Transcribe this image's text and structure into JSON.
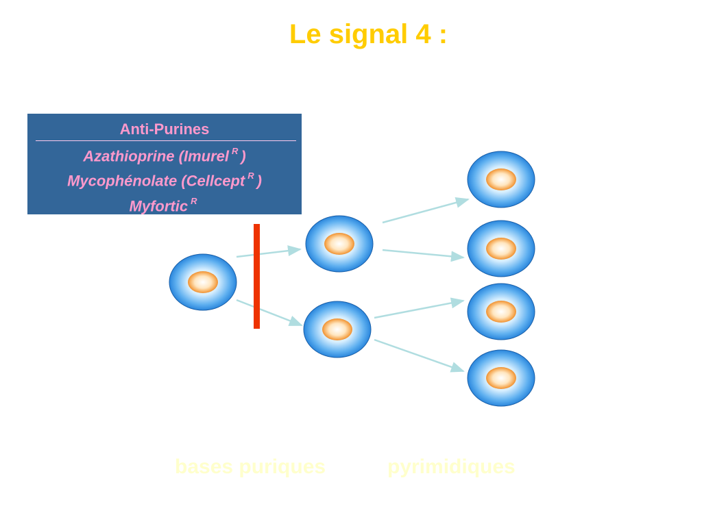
{
  "slide": {
    "title": "Le signal 4 :"
  },
  "drug_box": {
    "header": "Anti-Purines",
    "drugs": [
      {
        "name": "Azathioprine (Imurel",
        "superscript": "R",
        "suffix": ")"
      },
      {
        "name": "Mycophénolate (Cellcept",
        "superscript": "R",
        "suffix": ")"
      },
      {
        "name": "Myfortic",
        "superscript": "R",
        "suffix": ""
      }
    ]
  },
  "footer": {
    "left_label": "bases puriques",
    "right_label": "pyrimidiques"
  },
  "colors": {
    "title": "#ffcc00",
    "box_background": "#336699",
    "box_text": "#ff99cc",
    "block_bar": "#ee3300",
    "arrow": "#b0dde0",
    "cell_outer": "#3f9be8",
    "cell_nucleus": "#f5a04a",
    "footer_text": "#ffffcc"
  }
}
